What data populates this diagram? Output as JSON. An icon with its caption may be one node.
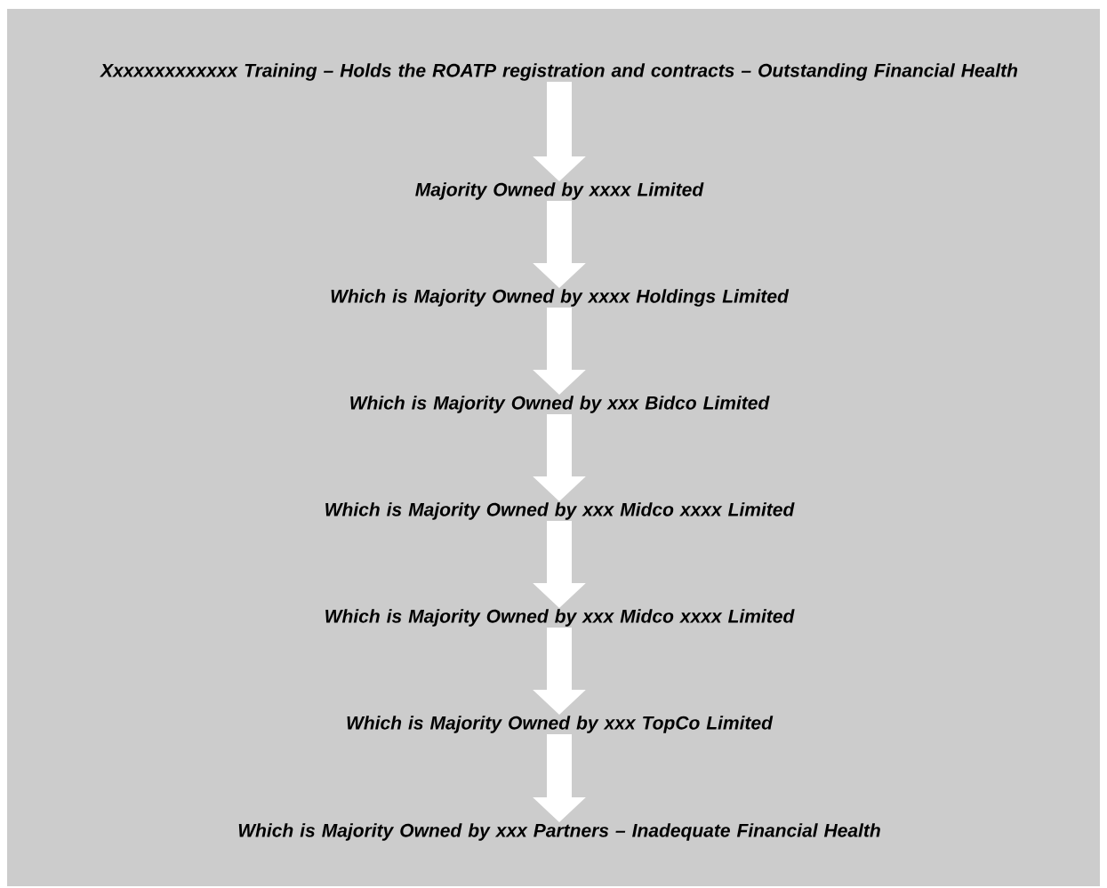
{
  "diagram": {
    "nodes": [
      {
        "text": [
          "Xxxxxxxxxxxxx Training – Holds the ROATP registration and contracts – Outstanding Financial Health"
        ]
      },
      {
        "text": [
          "Majority Owned by xxxx Limited"
        ]
      },
      {
        "text": [
          "Which is Majority Owned by xxxx Holdings Limited"
        ]
      },
      {
        "text": [
          "Which is Majority Owned by xxx Bidco Limited"
        ]
      },
      {
        "text": [
          "Which is Majority Owned by xxx Midco xxxx Limited"
        ]
      },
      {
        "text": [
          "Which is Majority Owned by xxx Midco xxxx Limited"
        ]
      },
      {
        "text": [
          "Which is Majority Owned by xxx TopCo Limited"
        ]
      },
      {
        "text": [
          "Which is Majority Owned by xxx Partners – Inadequate Financial Health"
        ]
      }
    ],
    "edges": [
      {
        "from": 0,
        "to": 1,
        "arrow": "to"
      },
      {
        "from": 1,
        "to": 2,
        "arrow": "to"
      },
      {
        "from": 2,
        "to": 3,
        "arrow": "to"
      },
      {
        "from": 3,
        "to": 4,
        "arrow": "to"
      },
      {
        "from": 4,
        "to": 5,
        "arrow": "to"
      },
      {
        "from": 5,
        "to": 6,
        "arrow": "to"
      },
      {
        "from": 6,
        "to": 7,
        "arrow": "to"
      }
    ]
  }
}
